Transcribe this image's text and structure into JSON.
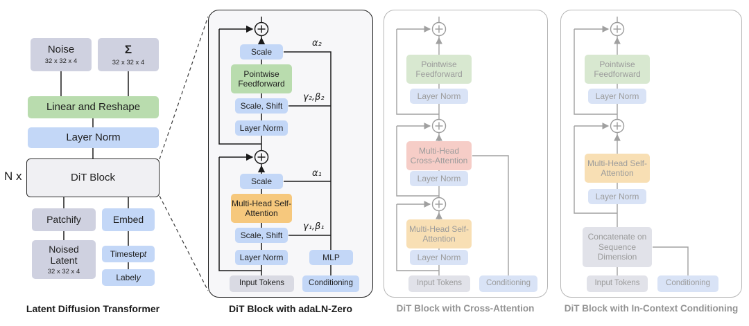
{
  "palette": {
    "blue": "#c3d7f7",
    "green": "#b9dcae",
    "orange": "#f6c87d",
    "red_faded": "#f6cdc7",
    "gray_box": "#cfd1e0",
    "line_dark": "#1a1a1a",
    "line_gray": "#a0a0a0",
    "faded_text": "#9b9b9b"
  },
  "p1": {
    "caption": "Latent Diffusion Transformer",
    "n_label": "N x",
    "noise": {
      "label": "Noise",
      "dims": "32 x 32 x 4"
    },
    "sigma": {
      "label": "Σ",
      "dims": "32 x 32 x 4"
    },
    "linear_reshape": "Linear and Reshape",
    "layer_norm": "Layer Norm",
    "dit_block": "DiT Block",
    "patchify": "Patchify",
    "embed": "Embed",
    "noised_latent": {
      "label": "Noised Latent",
      "dims": "32 x 32 x 4"
    },
    "timestep": {
      "prefix": "Timestep ",
      "var": "t"
    },
    "label_y": {
      "prefix": "Label ",
      "var": "y"
    }
  },
  "p2": {
    "caption": "DiT Block with adaLN-Zero",
    "scale_top": "Scale",
    "alpha2": "α₂",
    "pointwise": "Pointwise Feedforward",
    "scale_shift_top": "Scale, Shift",
    "gamma_beta_2": "γ₂,β₂",
    "layer_norm_top": "Layer Norm",
    "scale_bottom": "Scale",
    "alpha1": "α₁",
    "mhsa": "Multi-Head Self-Attention",
    "scale_shift_bottom": "Scale, Shift",
    "gamma_beta_1": "γ₁,β₁",
    "layer_norm_bottom": "Layer Norm",
    "input_tokens": "Input Tokens",
    "mlp": "MLP",
    "conditioning": "Conditioning"
  },
  "p3": {
    "caption": "DiT Block with Cross-Attention",
    "pointwise": "Pointwise Feedforward",
    "layer_norm_1": "Layer Norm",
    "mhca": "Multi-Head Cross-Attention",
    "layer_norm_2": "Layer Norm",
    "mhsa": "Multi-Head Self-Attention",
    "layer_norm_3": "Layer Norm",
    "input_tokens": "Input Tokens",
    "conditioning": "Conditioning"
  },
  "p4": {
    "caption": "DiT Block with In-Context Conditioning",
    "pointwise": "Pointwise Feedforward",
    "layer_norm_1": "Layer Norm",
    "mhsa": "Multi-Head Self-Attention",
    "layer_norm_2": "Layer Norm",
    "concat": "Concatenate on Sequence Dimension",
    "input_tokens": "Input Tokens",
    "conditioning": "Conditioning"
  }
}
